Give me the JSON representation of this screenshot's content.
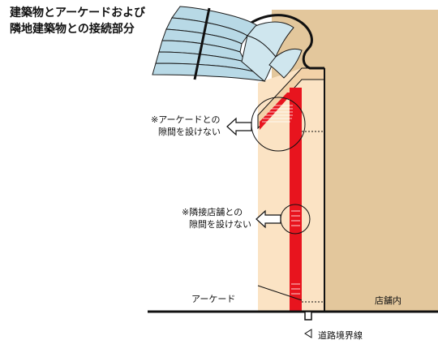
{
  "title": {
    "line1": "建築物とアーケードおよび",
    "line2": "隣地建築物との接続部分"
  },
  "notes": {
    "arcade_gap": {
      "line1": "※アーケードとの",
      "line2": "隙間を設けない"
    },
    "neighbor_gap": {
      "line1": "※隣接店舗との",
      "line2": "隙間を設けない"
    }
  },
  "labels": {
    "arcade": "アーケード",
    "shop_interior": "店舗内",
    "road_boundary": "道路境界線"
  },
  "icons": {
    "road_boundary_marker": "left-triangle-outline-icon",
    "arrow": "left-outline-arrow-icon"
  },
  "colors": {
    "building": "#e3c79c",
    "zone": "#fbe3c4",
    "seal": "#e8141e",
    "canopy": "#b8d9e6",
    "outline": "#111111"
  }
}
